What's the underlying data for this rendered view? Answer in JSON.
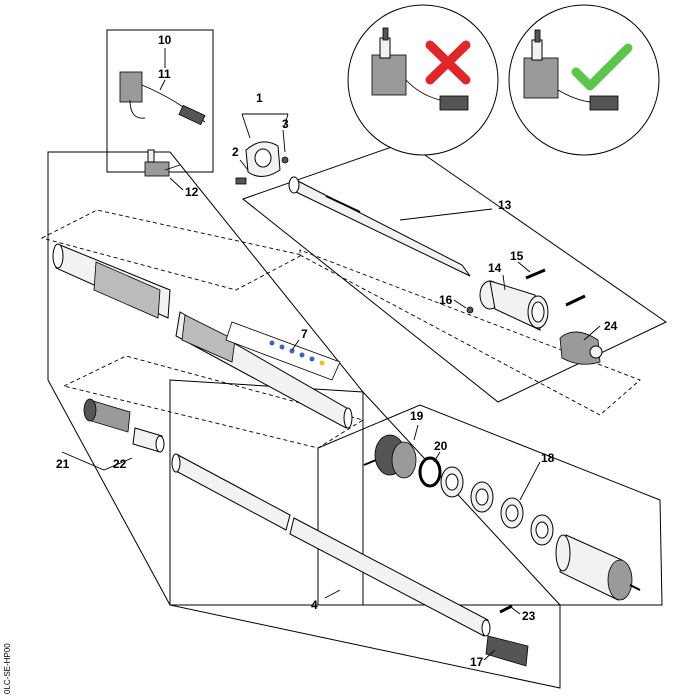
{
  "callouts": {
    "1": "1",
    "2": "2",
    "3": "3",
    "4": "4",
    "7": "7",
    "10": "10",
    "11": "11",
    "12": "12",
    "13": "13",
    "14": "14",
    "15": "15",
    "16": "16",
    "17": "17",
    "18": "18",
    "19": "19",
    "20": "20",
    "21": "21",
    "22": "22",
    "23": "23",
    "24": "24"
  },
  "insets": {
    "incorrect_icon": "cross-icon",
    "incorrect_color": "#e0262b",
    "correct_icon": "checkmark-icon",
    "correct_color": "#5cc64a"
  },
  "label_dot_colors": [
    "#3b66c4",
    "#f0c419"
  ],
  "drawing_code": "0LC-SE-HP00"
}
